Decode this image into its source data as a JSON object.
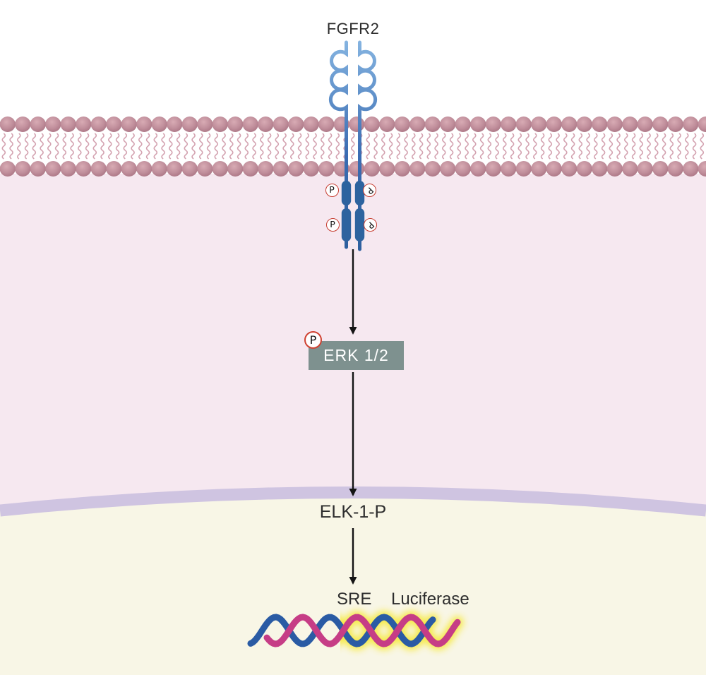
{
  "diagram": {
    "receptor_label": "FGFR2",
    "phospho_label": "P",
    "erk_label": "ERK 1/2",
    "elk_label": "ELK-1-P",
    "sre_label": "SRE",
    "luciferase_label": "Luciferase"
  },
  "colors": {
    "background_extracellular": "#ffffff",
    "cytoplasm": "#f6e8f0",
    "nucleus": "#f8f6e6",
    "nuclear_envelope": "#cfc4e1",
    "membrane_head": "#c08e9b",
    "membrane_head_light": "#d8abb4",
    "membrane_tail": "#d4a3b1",
    "receptor_blue_light": "#84b3e0",
    "receptor_blue_dark": "#2e5f9e",
    "kinase_domain_blue": "#2d639f",
    "phospho_ring_red": "#c63c30",
    "erk_box": "#7e918f",
    "erk_text": "#ffffff",
    "arrow_black": "#141414",
    "dna_blue": "#2a5ba4",
    "dna_magenta": "#c63d86",
    "dna_glow_yellow": "#f6e93d",
    "label_text": "#2d2d2d"
  }
}
